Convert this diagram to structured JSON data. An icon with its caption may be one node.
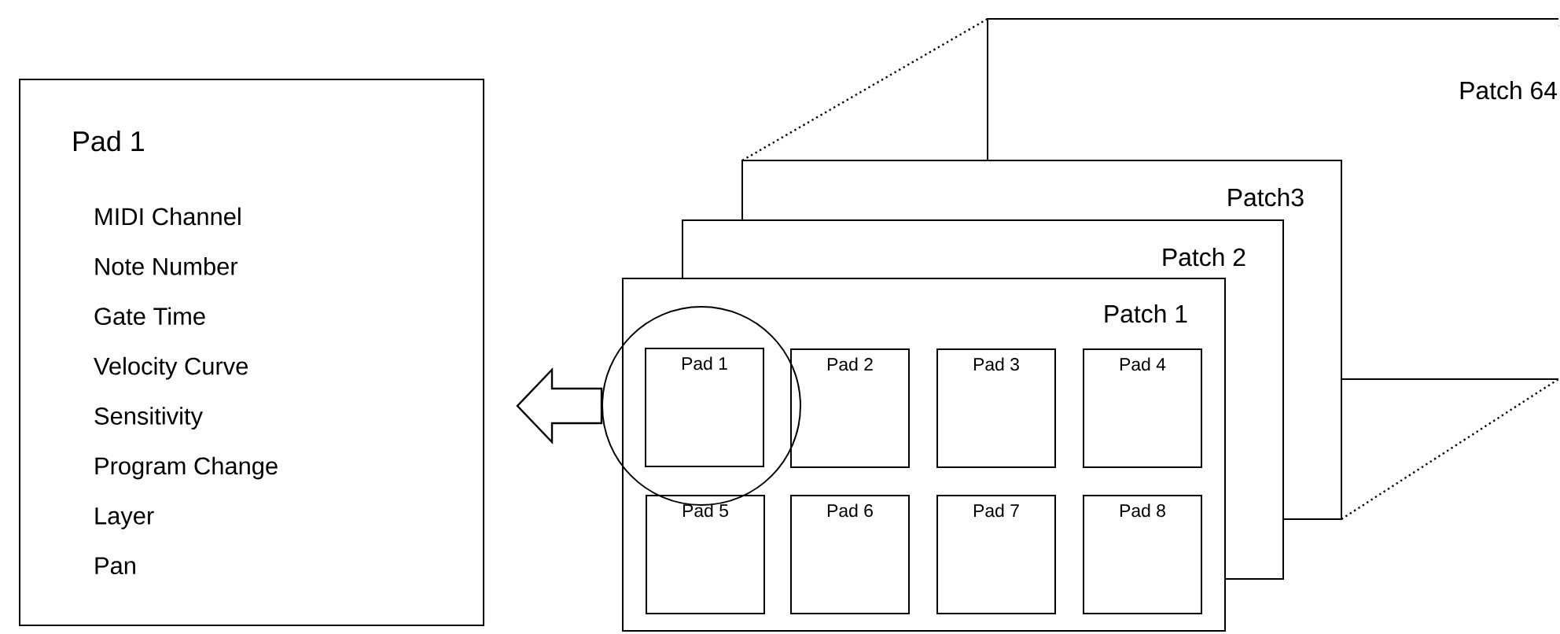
{
  "diagram": {
    "nodes": [
      {
        "text": [
          "Pad 1",
          "MIDI Channel",
          "Note Number",
          "Gate Time",
          "Velocity Curve",
          "Sensitivity",
          "Program Change",
          "Layer",
          "Pan"
        ]
      },
      {
        "text": [
          "Patch 64"
        ]
      },
      {
        "text": [
          "Patch3"
        ]
      },
      {
        "text": [
          "Patch 2"
        ]
      },
      {
        "text": [
          "Patch 1"
        ]
      },
      {
        "text": [
          "Pad 1"
        ],
        "in": 13
      },
      {
        "text": [
          "Pad 2"
        ],
        "in": 4
      },
      {
        "text": [
          "Pad 3"
        ],
        "in": 4
      },
      {
        "text": [
          "Pad 4"
        ],
        "in": 4
      },
      {
        "text": [
          "Pad 5"
        ],
        "in": 4
      },
      {
        "text": [
          "Pad 6"
        ],
        "in": 4
      },
      {
        "text": [
          "Pad 7"
        ],
        "in": 4
      },
      {
        "text": [
          "Pad 8"
        ],
        "in": 4
      },
      {
        "text": [],
        "shape": "circle"
      }
    ],
    "edges": [
      {
        "from": 13,
        "to": 0,
        "arrow": "to"
      }
    ]
  }
}
